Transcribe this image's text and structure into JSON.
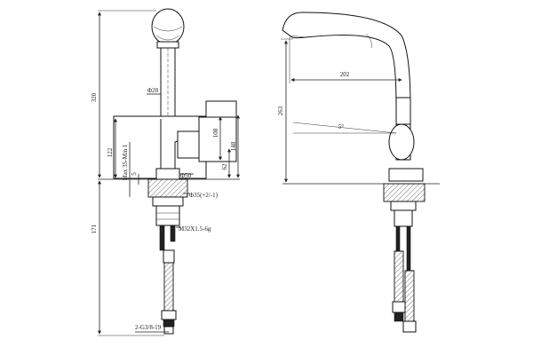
{
  "front_view": {
    "height_total": "320",
    "diameter_spout": "Φ28",
    "height_108": "108",
    "height_122": "122",
    "height_148": "148",
    "max_deck": "Max 35-Min 1",
    "height_5": "5",
    "height_62": "62",
    "diameter_base": "Φ50",
    "diameter_hole": "Φ35(+2/-1)",
    "height_171": "171",
    "thread": "M32X1.5-6g",
    "hose_thread": "2-G3/8-19"
  },
  "side_view": {
    "reach": "202",
    "height": "263",
    "angle": "5°"
  }
}
